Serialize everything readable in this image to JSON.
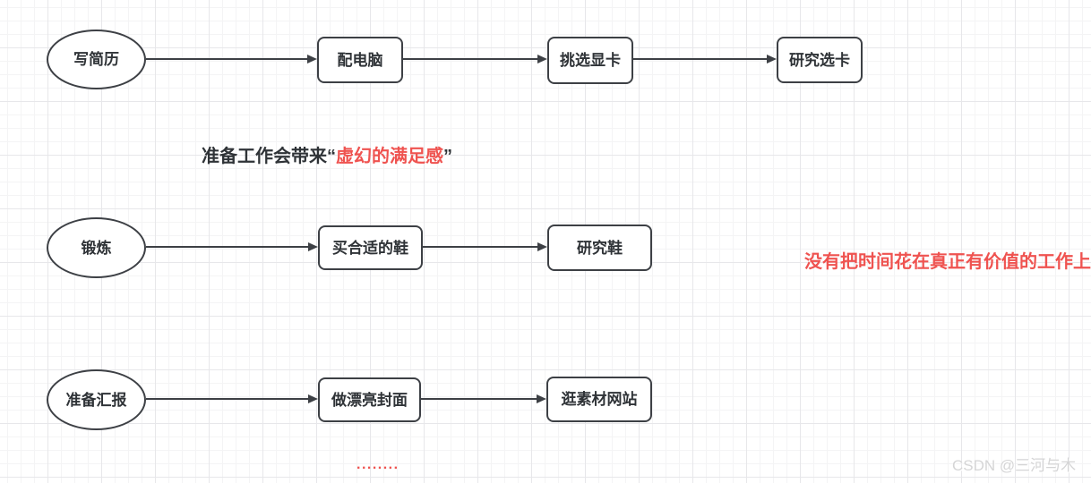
{
  "diagram": {
    "rows": [
      {
        "start": "写简历",
        "steps": [
          "配电脑",
          "挑选显卡",
          "研究选卡"
        ]
      },
      {
        "start": "锻炼",
        "steps": [
          "买合适的鞋",
          "研究鞋"
        ]
      },
      {
        "start": "准备汇报",
        "steps": [
          "做漂亮封面",
          "逛素材网站"
        ]
      }
    ],
    "note1": {
      "prefix": "准备工作会带来",
      "quote_open": "“",
      "highlight": "虚幻的满足感",
      "quote_close": "”"
    },
    "note2": "没有把时间花在真正有价值的工作上",
    "dots": "........",
    "watermark": "CSDN @三河与木",
    "colors": {
      "shape_border": "#3d4045",
      "shape_text": "#2f3337",
      "accent_red": "#ef5350",
      "grid_minor": "#f4f4f5",
      "grid_major": "#e7e7ea",
      "watermark_gray": "#d5d5d6"
    }
  }
}
